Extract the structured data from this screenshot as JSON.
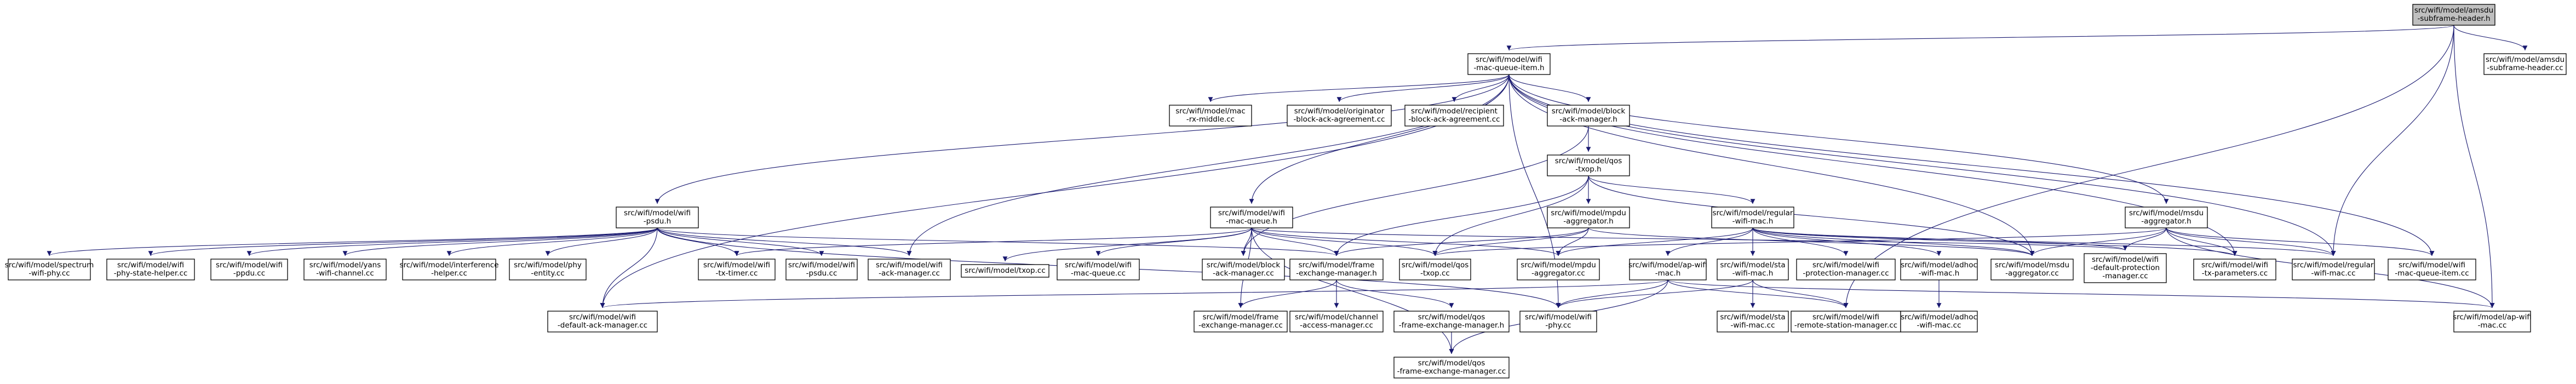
{
  "colors": {
    "edge": "#191970",
    "root_fill": "#bfbfbf",
    "node_fill": "#ffffff",
    "text": "#000000"
  },
  "nodes": {
    "amsdu_h": {
      "lines": [
        "src/wifi/model/amsdu",
        "-subframe-header.h"
      ],
      "root": true
    },
    "mqi_h": {
      "lines": [
        "src/wifi/model/wifi",
        "-mac-queue-item.h"
      ]
    },
    "amsdu_cc": {
      "lines": [
        "src/wifi/model/amsdu",
        "-subframe-header.cc"
      ]
    },
    "mac_rx": {
      "lines": [
        "src/wifi/model/mac",
        "-rx-middle.cc"
      ]
    },
    "orig": {
      "lines": [
        "src/wifi/model/originator",
        "-block-ack-agreement.cc"
      ]
    },
    "recip": {
      "lines": [
        "src/wifi/model/recipient",
        "-block-ack-agreement.cc"
      ]
    },
    "bam_h": {
      "lines": [
        "src/wifi/model/block",
        "-ack-manager.h"
      ]
    },
    "qos_txop_h": {
      "lines": [
        "src/wifi/model/qos",
        "-txop.h"
      ]
    },
    "msdu_agg_h": {
      "lines": [
        "src/wifi/model/msdu",
        "-aggregator.h"
      ]
    },
    "psdu_h": {
      "lines": [
        "src/wifi/model/wifi",
        "-psdu.h"
      ]
    },
    "macq_h": {
      "lines": [
        "src/wifi/model/wifi",
        "-mac-queue.h"
      ]
    },
    "mpdu_agg_h": {
      "lines": [
        "src/wifi/model/mpdu",
        "-aggregator.h"
      ]
    },
    "regular_h": {
      "lines": [
        "src/wifi/model/regular",
        "-wifi-mac.h"
      ]
    },
    "spectrum": {
      "lines": [
        "src/wifi/model/spectrum",
        "-wifi-phy.cc"
      ]
    },
    "phy_state": {
      "lines": [
        "src/wifi/model/wifi",
        "-phy-state-helper.cc"
      ]
    },
    "ppdu": {
      "lines": [
        "src/wifi/model/wifi",
        "-ppdu.cc"
      ]
    },
    "yans": {
      "lines": [
        "src/wifi/model/yans",
        "-wifi-channel.cc"
      ]
    },
    "interf": {
      "lines": [
        "src/wifi/model/interference",
        "-helper.cc"
      ]
    },
    "phy_entity": {
      "lines": [
        "src/wifi/model/phy",
        "-entity.cc"
      ]
    },
    "tx_timer": {
      "lines": [
        "src/wifi/model/wifi",
        "-tx-timer.cc"
      ]
    },
    "psdu_cc": {
      "lines": [
        "src/wifi/model/wifi",
        "-psdu.cc"
      ]
    },
    "ack_mgr": {
      "lines": [
        "src/wifi/model/wifi",
        "-ack-manager.cc"
      ]
    },
    "txop_cc": {
      "lines": [
        "src/wifi/model/txop.cc"
      ]
    },
    "macq_cc": {
      "lines": [
        "src/wifi/model/wifi",
        "-mac-queue.cc"
      ]
    },
    "bam_cc": {
      "lines": [
        "src/wifi/model/block",
        "-ack-manager.cc"
      ]
    },
    "fem_h": {
      "lines": [
        "src/wifi/model/frame",
        "-exchange-manager.h"
      ]
    },
    "qos_txop_cc": {
      "lines": [
        "src/wifi/model/qos",
        "-txop.cc"
      ]
    },
    "mpdu_agg_cc": {
      "lines": [
        "src/wifi/model/mpdu",
        "-aggregator.cc"
      ]
    },
    "ap_h": {
      "lines": [
        "src/wifi/model/ap-wifi",
        "-mac.h"
      ]
    },
    "sta_h": {
      "lines": [
        "src/wifi/model/sta",
        "-wifi-mac.h"
      ]
    },
    "prot_mgr": {
      "lines": [
        "src/wifi/model/wifi",
        "-protection-manager.cc"
      ]
    },
    "adhoc_h": {
      "lines": [
        "src/wifi/model/adhoc",
        "-wifi-mac.h"
      ]
    },
    "msdu_agg_cc": {
      "lines": [
        "src/wifi/model/msdu",
        "-aggregator.cc"
      ]
    },
    "def_prot": {
      "lines": [
        "src/wifi/model/wifi",
        "-default-protection",
        "-manager.cc"
      ]
    },
    "tx_params": {
      "lines": [
        "src/wifi/model/wifi",
        "-tx-parameters.cc"
      ]
    },
    "regular_cc": {
      "lines": [
        "src/wifi/model/regular",
        "-wifi-mac.cc"
      ]
    },
    "mqi_cc": {
      "lines": [
        "src/wifi/model/wifi",
        "-mac-queue-item.cc"
      ]
    },
    "def_ack": {
      "lines": [
        "src/wifi/model/wifi",
        "-default-ack-manager.cc"
      ]
    },
    "fem_cc": {
      "lines": [
        "src/wifi/model/frame",
        "-exchange-manager.cc"
      ]
    },
    "chan_acc": {
      "lines": [
        "src/wifi/model/channel",
        "-access-manager.cc"
      ]
    },
    "qos_fem_h": {
      "lines": [
        "src/wifi/model/qos",
        "-frame-exchange-manager.h"
      ]
    },
    "wifi_phy": {
      "lines": [
        "src/wifi/model/wifi",
        "-phy.cc"
      ]
    },
    "sta_cc": {
      "lines": [
        "src/wifi/model/sta",
        "-wifi-mac.cc"
      ]
    },
    "rsm": {
      "lines": [
        "src/wifi/model/wifi",
        "-remote-station-manager.cc"
      ]
    },
    "adhoc_cc": {
      "lines": [
        "src/wifi/model/adhoc",
        "-wifi-mac.cc"
      ]
    },
    "ap_cc": {
      "lines": [
        "src/wifi/model/ap-wifi",
        "-mac.cc"
      ]
    },
    "qos_fem_cc": {
      "lines": [
        "src/wifi/model/qos",
        "-frame-exchange-manager.cc"
      ]
    }
  }
}
